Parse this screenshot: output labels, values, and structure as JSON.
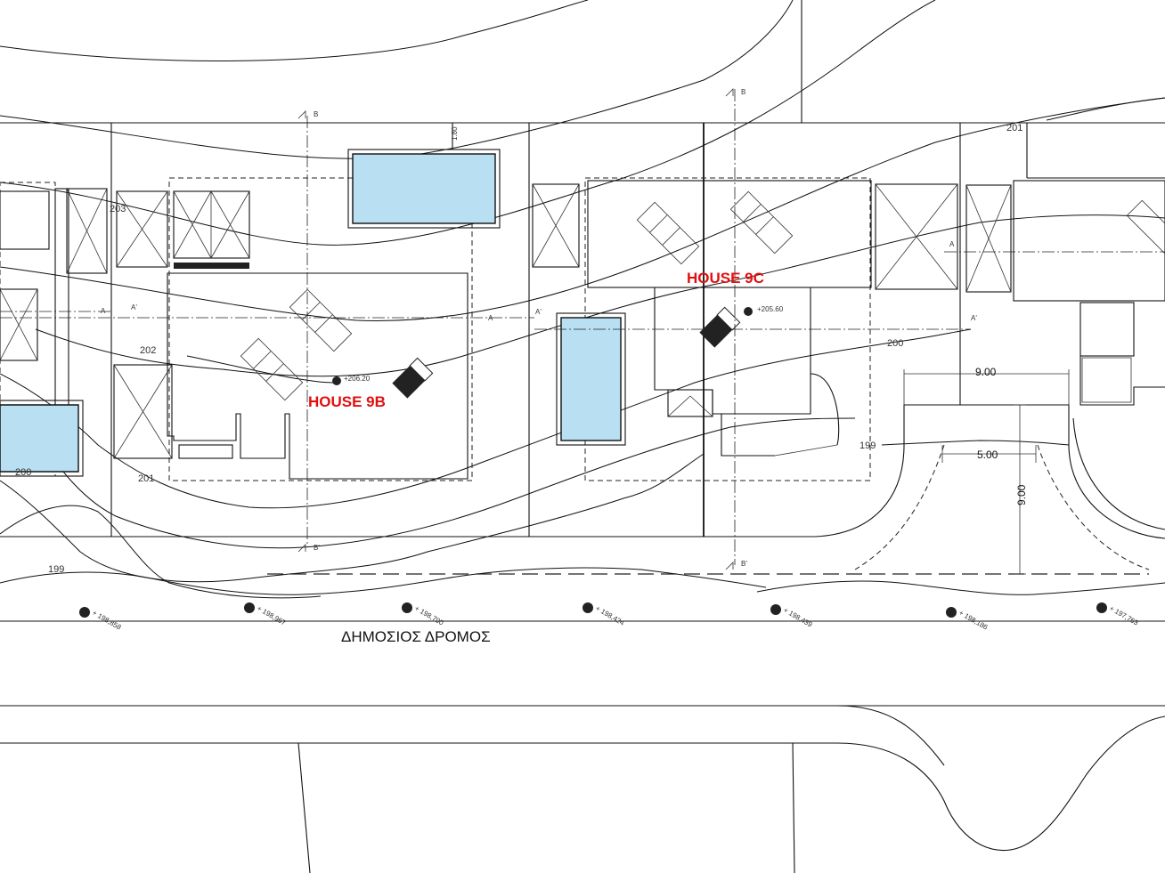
{
  "labels": {
    "house_9b": "HOUSE 9B",
    "house_9c": "HOUSE 9C",
    "road": "ΔΗΜΟΣΙΟΣ ΔΡΟΜΟΣ"
  },
  "contours": {
    "c203": "203",
    "c202": "202",
    "c201_a": "201",
    "c201_b": "201",
    "c200_a": "200",
    "c200_b": "200",
    "c199_a": "199",
    "c199_b": "199"
  },
  "levels": {
    "house_9b": "+206.20",
    "house_9c": "+205.60"
  },
  "dimensions": {
    "width_9": "9.00",
    "width_5": "5.00",
    "depth_9": "9.00",
    "pool_gap": "1.80"
  },
  "sections": {
    "b_top_1": "B",
    "b_bottom_1": "B'",
    "b_top_2": "B",
    "b_bottom_2": "B'",
    "a_left_1": "A",
    "a_right_1": "A'",
    "a_left_2": "A",
    "a_right_2": "A'",
    "a_left_3": "A",
    "a_right_3": "A'"
  },
  "spot_levels": [
    "+ 198,858",
    "+ 198,967",
    "+ 198,790",
    "+ 198,424",
    "+ 198,439",
    "+ 198,186",
    "+ 197,763"
  ],
  "colors": {
    "pool": "#b8e0f2",
    "house_label": "#e01010",
    "lines": "#111111"
  }
}
